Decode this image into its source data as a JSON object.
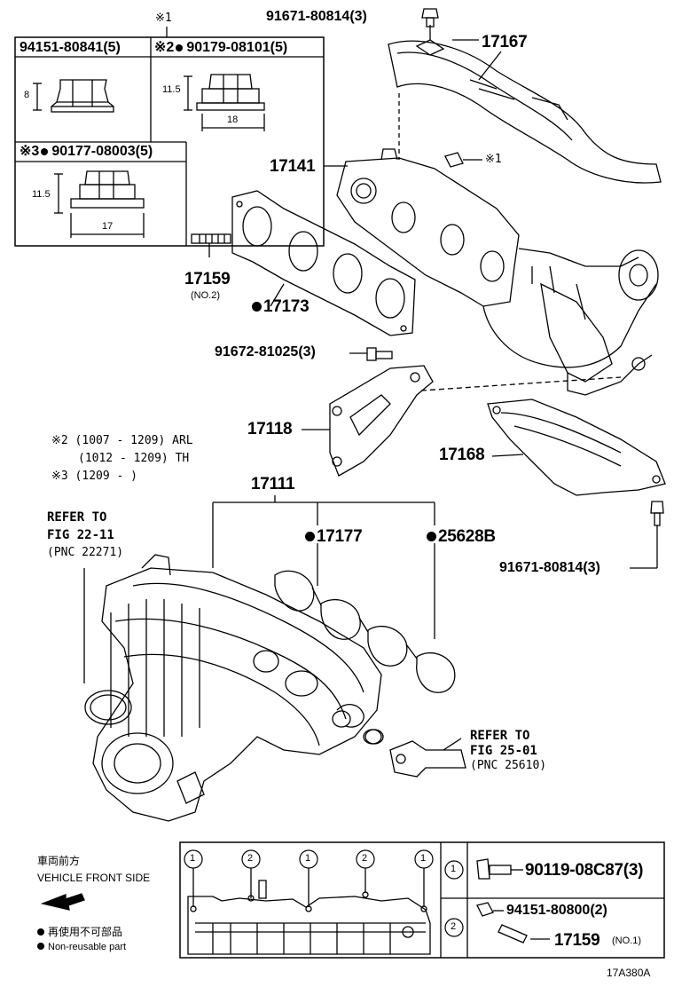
{
  "spec_boxes": {
    "mark_1_top": "※1",
    "box1_title": "94151-80841(5)",
    "box1_dim_h": "8",
    "box2_mark": "※2",
    "box2_title": "90179-08101(5)",
    "box2_dim_h": "11.5",
    "box2_dim_w": "18",
    "box3_mark": "※3",
    "box3_title": "90177-08003(5)",
    "box3_dim_h": "11.5",
    "box3_dim_w": "17"
  },
  "parts": {
    "p91671_top": "91671-80814(3)",
    "p17167": "17167",
    "p17141": "17141",
    "mark_1_nut": "※1",
    "p17159": "17159",
    "p17159_note": "(NO.2)",
    "p17173": "17173",
    "p91672": "91672-81025(3)",
    "p17118": "17118",
    "p17168": "17168",
    "p91671_bottom": "91671-80814(3)",
    "p17111": "17111",
    "p17177": "17177",
    "p25628b": "25628B"
  },
  "notes": {
    "line1": "※2 (1007 - 1209) ARL",
    "line2": "(1012 - 1209) TH",
    "line3": "※3 (1209 -        )"
  },
  "refs": {
    "ref1_line1": "REFER TO",
    "ref1_line2": "FIG 22-11",
    "ref1_line3": "(PNC 22271)",
    "ref2_line1": "REFER TO",
    "ref2_line2": "FIG 25-01",
    "ref2_line3": "(PNC 25610)"
  },
  "legend": {
    "front_jp": "車両前方",
    "front_en": "VEHICLE FRONT SIDE",
    "nonreuse_jp": "再使用不可部品",
    "nonreuse_en": "Non-reusable part"
  },
  "bolt_table": {
    "positions": [
      "1",
      "2",
      "1",
      "2",
      "1"
    ],
    "rows": [
      {
        "key": "1",
        "part": "90119-08C87(3)",
        "note": ""
      },
      {
        "key": "2a",
        "part": "94151-80800(2)",
        "note": ""
      },
      {
        "key": "2b",
        "part": "17159",
        "note": "(NO.1)"
      }
    ],
    "row_key_1": "1",
    "row_key_2": "2"
  },
  "figure_id": "17A380A"
}
